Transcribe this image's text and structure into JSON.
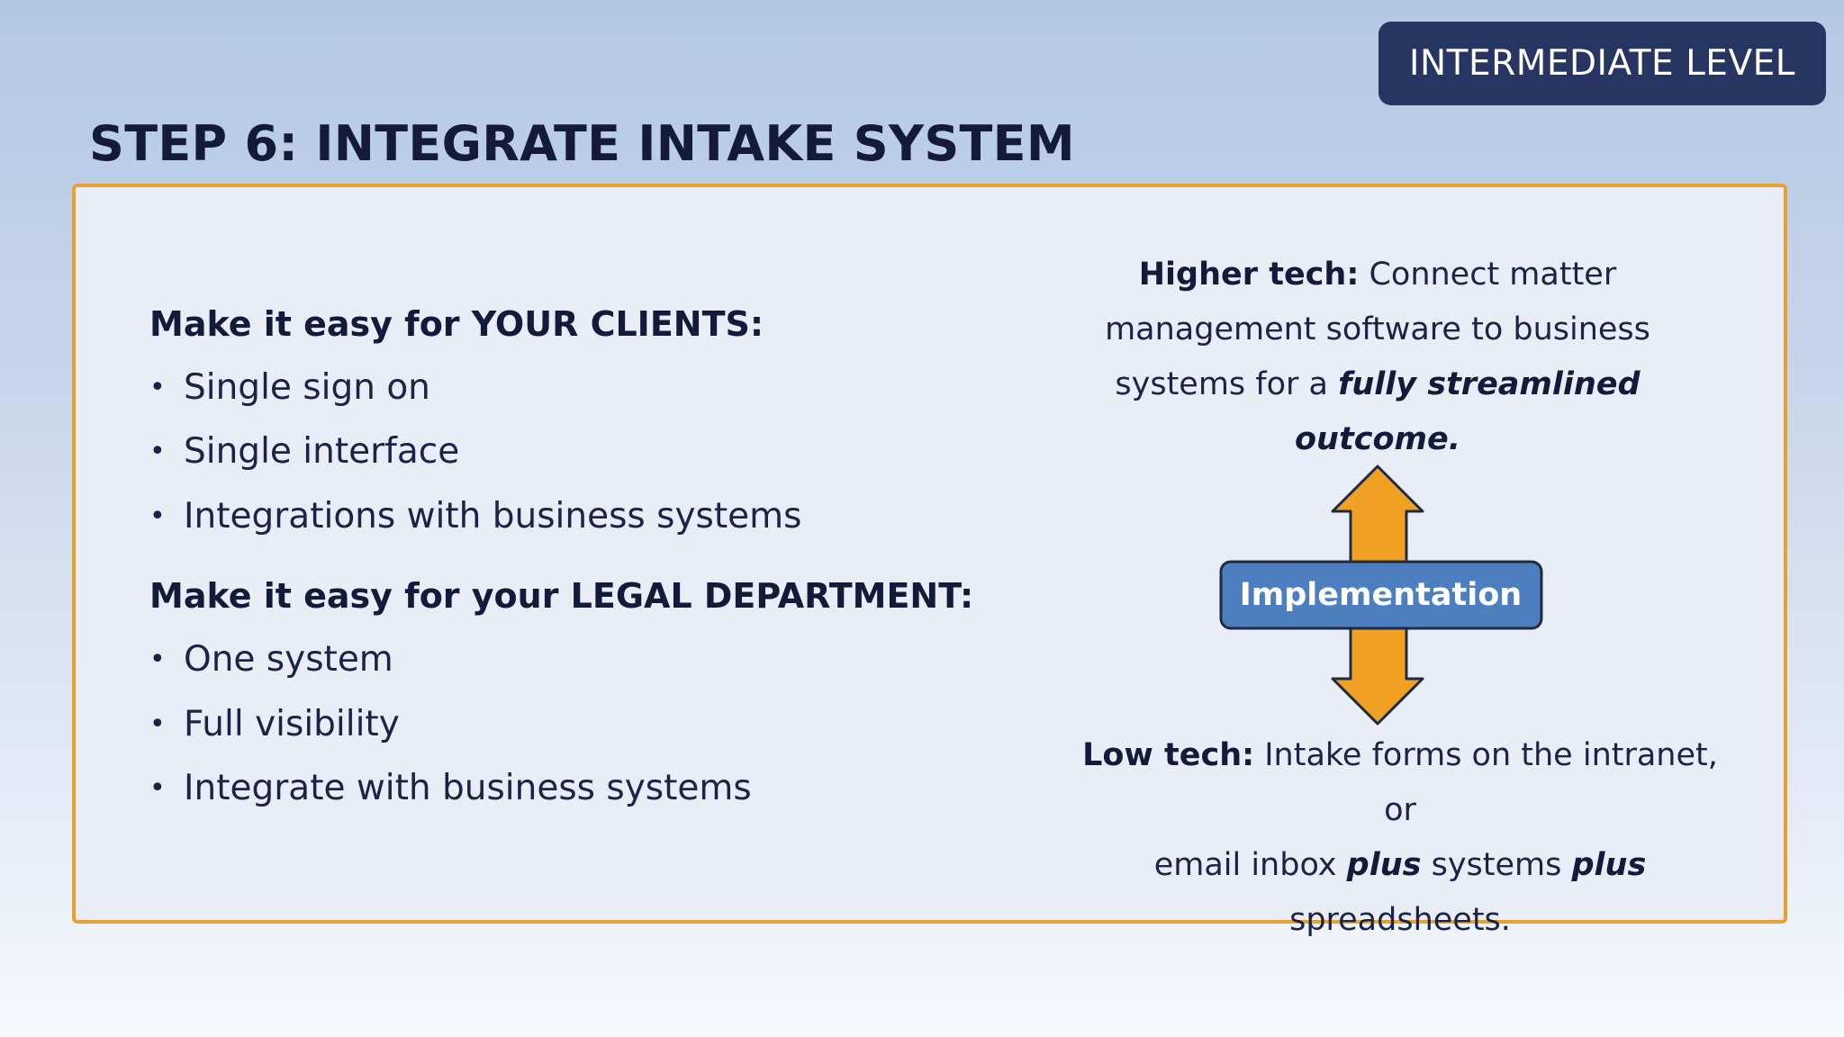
{
  "badge": {
    "label": "INTERMEDIATE LEVEL"
  },
  "page": {
    "title": "STEP 6: INTEGRATE INTAKE SYSTEM"
  },
  "clients": {
    "heading": "Make it easy for YOUR CLIENTS:",
    "items": [
      "Single sign on",
      "Single interface",
      "Integrations with business systems"
    ]
  },
  "legal": {
    "heading": "Make it easy for your LEGAL DEPARTMENT:",
    "items": [
      "One system",
      "Full visibility",
      "Integrate with business systems"
    ]
  },
  "higher_tech": {
    "label": "Higher tech:",
    "text_1": " Connect matter",
    "line_2": "management software to business",
    "text_3": "systems for a ",
    "emphasis_1": "fully streamlined",
    "emphasis_2": "outcome."
  },
  "diagram": {
    "center_label": "Implementation",
    "arrow_color": "#f0a022",
    "box_color": "#4d7fc0"
  },
  "low_tech": {
    "label": "Low tech:",
    "text_1": " Intake forms on the intranet, or",
    "text_2": "email inbox ",
    "plus_1": "plus",
    "text_3": " systems ",
    "plus_2": "plus",
    "line_3": "spreadsheets."
  },
  "colors": {
    "accent": "#e9a031",
    "navy": "#263561"
  }
}
